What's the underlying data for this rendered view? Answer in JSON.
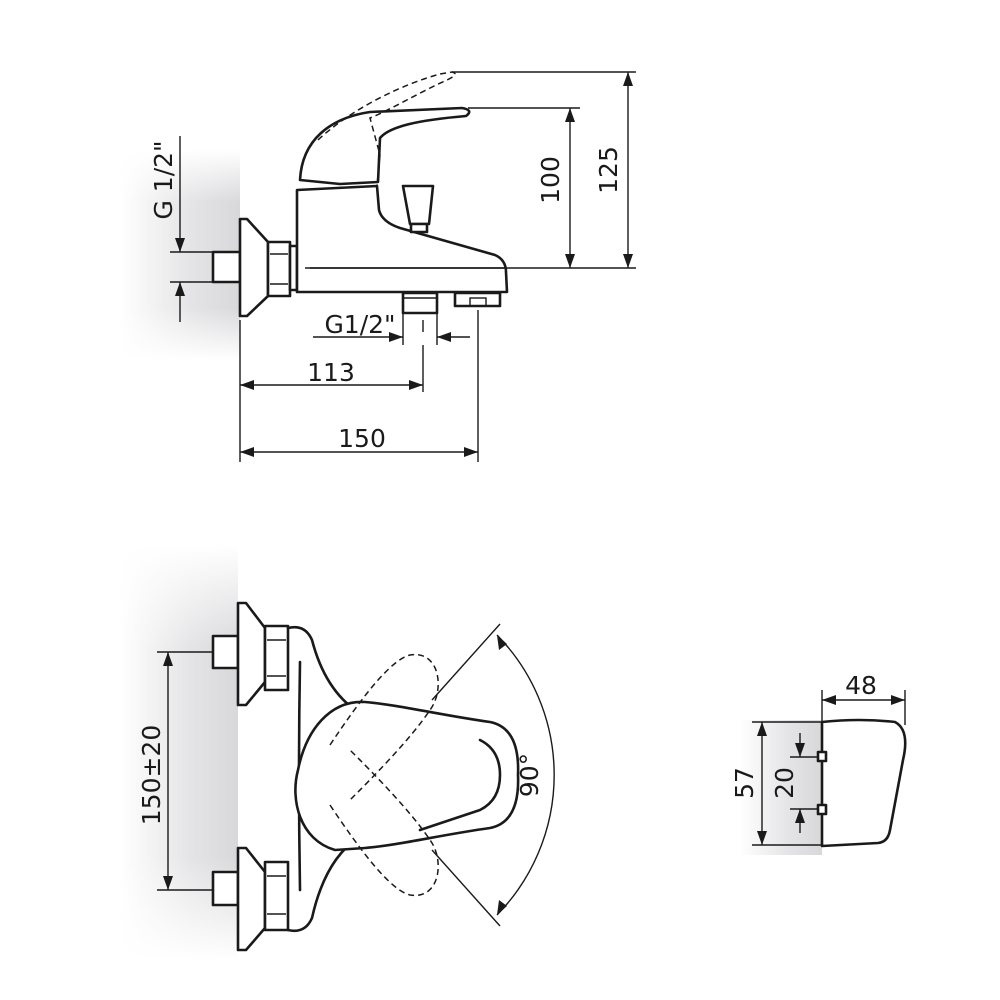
{
  "side_view": {
    "inlet_thread": "G 1/2\"",
    "outlet_thread": "G1/2\"",
    "outlet_distance": "113",
    "depth": "150",
    "height_closed": "100",
    "height_open": "125"
  },
  "top_view": {
    "inlet_spacing": "150±20",
    "lever_angle": "90°"
  },
  "diverter_view": {
    "width": "48",
    "height": "57",
    "mount_spacing": "20"
  }
}
